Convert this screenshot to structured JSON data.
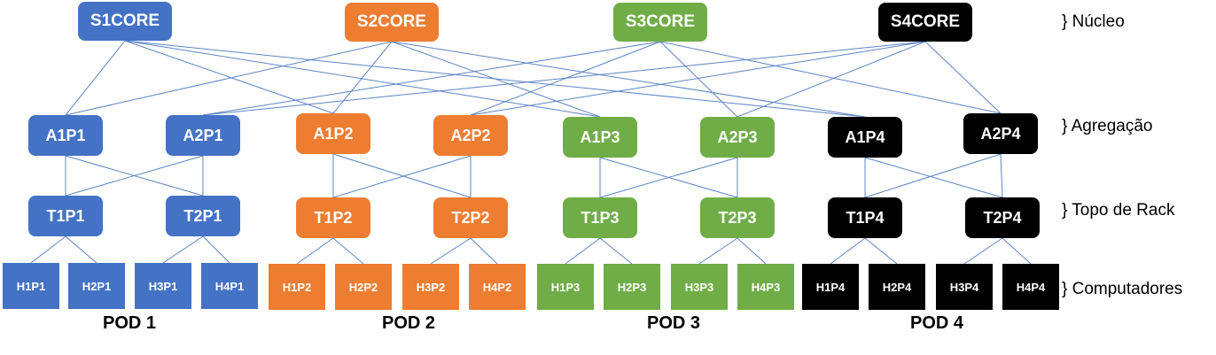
{
  "colors": {
    "pod1": "#4472C4",
    "pod2": "#ED7D31",
    "pod3": "#70AD47",
    "pod4": "#000000",
    "link": "#5B84C4"
  },
  "core": [
    "S1CORE",
    "S2CORE",
    "S3CORE",
    "S4CORE"
  ],
  "aggregation": [
    "A1P1",
    "A2P1",
    "A1P2",
    "A2P2",
    "A1P3",
    "A2P3",
    "A1P4",
    "A2P4"
  ],
  "tor": [
    "T1P1",
    "T2P1",
    "T1P2",
    "T2P2",
    "T1P3",
    "T2P3",
    "T1P4",
    "T2P4"
  ],
  "hosts": [
    "H1P1",
    "H2P1",
    "H3P1",
    "H4P1",
    "H1P2",
    "H2P2",
    "H3P2",
    "H4P2",
    "H1P3",
    "H2P3",
    "H3P3",
    "H4P3",
    "H1P4",
    "H2P4",
    "H3P4",
    "H4P4"
  ],
  "pods": [
    "POD 1",
    "POD 2",
    "POD 3",
    "POD 4"
  ],
  "layers": [
    "} Núcleo",
    "} Agregação",
    "} Topo de Rack",
    "} Computadores"
  ]
}
